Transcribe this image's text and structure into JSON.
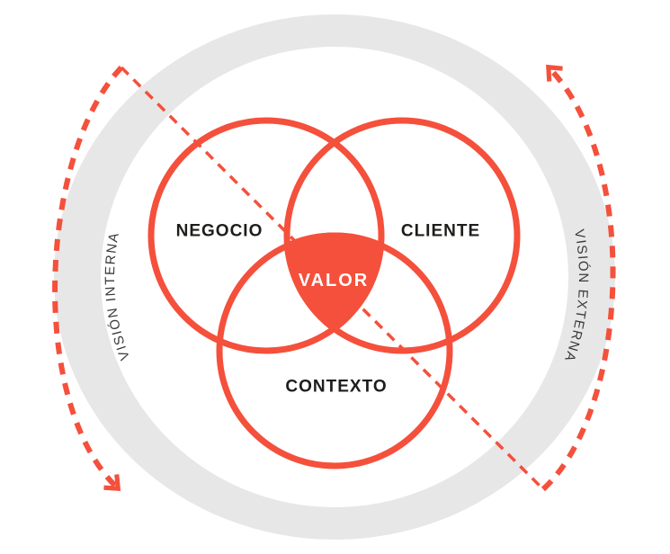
{
  "diagram": {
    "circle_labels": {
      "negocio": "NEGOCIO",
      "cliente": "CLIENTE",
      "contexto": "CONTEXTO"
    },
    "center_label": "VALOR",
    "ring_labels": {
      "left": "VISIÓN INTERNA",
      "right": "VISIÓN EXTERNA"
    },
    "icons": {
      "left_arrow": "arrow-down-right-icon",
      "right_arrow": "arrow-up-left-icon"
    },
    "colors": {
      "accent": "#F4503C",
      "ring": "#E7E7E7",
      "inner_disc": "#FFFFFF",
      "label": "#1D1D1B",
      "ring_label": "#3A3A3A",
      "center_text": "#FFFFFF"
    }
  }
}
